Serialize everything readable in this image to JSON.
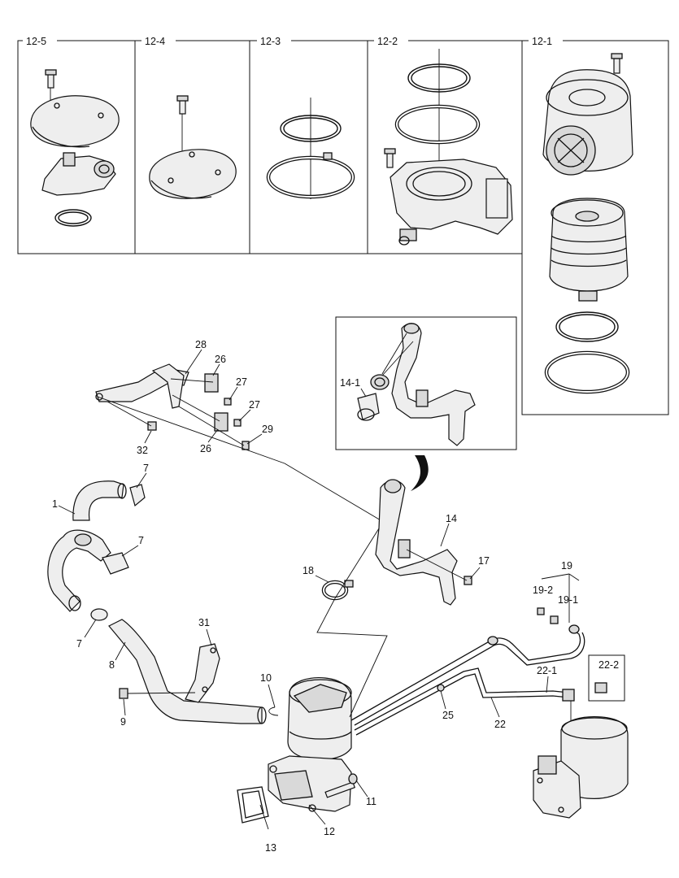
{
  "panels": {
    "p12_5": "12-5",
    "p12_4": "12-4",
    "p12_3": "12-3",
    "p12_2": "12-2",
    "p12_1": "12-1"
  },
  "callouts": {
    "c1": "1",
    "c7a": "7",
    "c7b": "7",
    "c7c": "7",
    "c8": "8",
    "c9": "9",
    "c10": "10",
    "c11": "11",
    "c12": "12",
    "c13": "13",
    "c14": "14",
    "c14_1": "14-1",
    "c17": "17",
    "c18": "18",
    "c19": "19",
    "c19_1": "19-1",
    "c19_2": "19-2",
    "c22": "22",
    "c22_1": "22-1",
    "c22_2": "22-2",
    "c25": "25",
    "c26a": "26",
    "c26b": "26",
    "c27a": "27",
    "c27b": "27",
    "c28": "28",
    "c29": "29",
    "c31": "31",
    "c32": "32"
  }
}
